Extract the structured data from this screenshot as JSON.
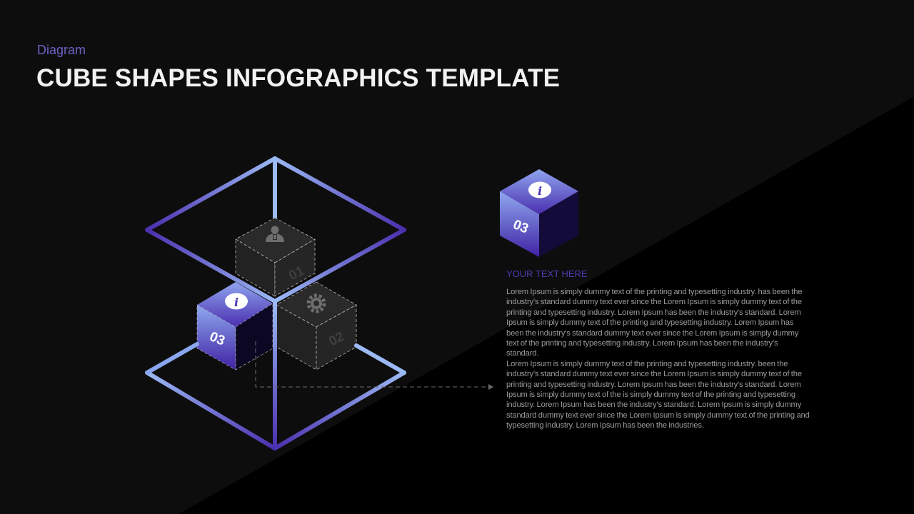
{
  "header": {
    "subtitle": "Diagram",
    "title": "CUBE SHAPES INFOGRAPHICS TEMPLATE"
  },
  "colors": {
    "background_light": "#0d0d0d",
    "background_dark": "#000000",
    "accent_light": "#93b3f2",
    "accent_dark": "#4a2fae",
    "subtitle": "#6a62c4",
    "heading": "#4b3fb0",
    "body_text": "#9a9a9a",
    "grey_cube": "#262626"
  },
  "diagram": {
    "frame": "outer-cube-wireframe",
    "cubes": [
      {
        "number": "01",
        "icon": "user-icon",
        "highlighted": false
      },
      {
        "number": "02",
        "icon": "gear-icon",
        "highlighted": false
      },
      {
        "number": "03",
        "icon": "info-icon",
        "highlighted": true
      }
    ],
    "connector": "dashed-arrow-to-text"
  },
  "detail": {
    "cube_number": "03",
    "cube_icon": "info-icon",
    "heading": "YOUR TEXT HERE",
    "paragraphs": [
      "Lorem Ipsum is simply dummy text of the printing and typesetting industry. has been the industry's standard dummy text ever since the Lorem Ipsum is simply dummy text of the printing and typesetting industry. Lorem Ipsum has been the industry's standard. Lorem Ipsum is simply dummy text of the printing and typesetting industry. Lorem Ipsum has been the industry's standard dummy text ever since the Lorem Ipsum is simply dummy text of the printing and typesetting industry. Lorem Ipsum has been the industry's standard.",
      "Lorem Ipsum is simply dummy text of the printing and typesetting industry. been the industry's standard dummy text ever since the Lorem Ipsum is simply dummy text of the printing and typesetting industry. Lorem Ipsum has been the industry's standard. Lorem Ipsum is simply dummy text of the is simply dummy text of the printing and typesetting industry. Lorem Ipsum has been the industry's standard. Lorem Ipsum is simply dummy standard dummy text ever since the Lorem Ipsum is simply dummy text of the printing and typesetting industry. Lorem Ipsum has been the industries."
    ]
  }
}
